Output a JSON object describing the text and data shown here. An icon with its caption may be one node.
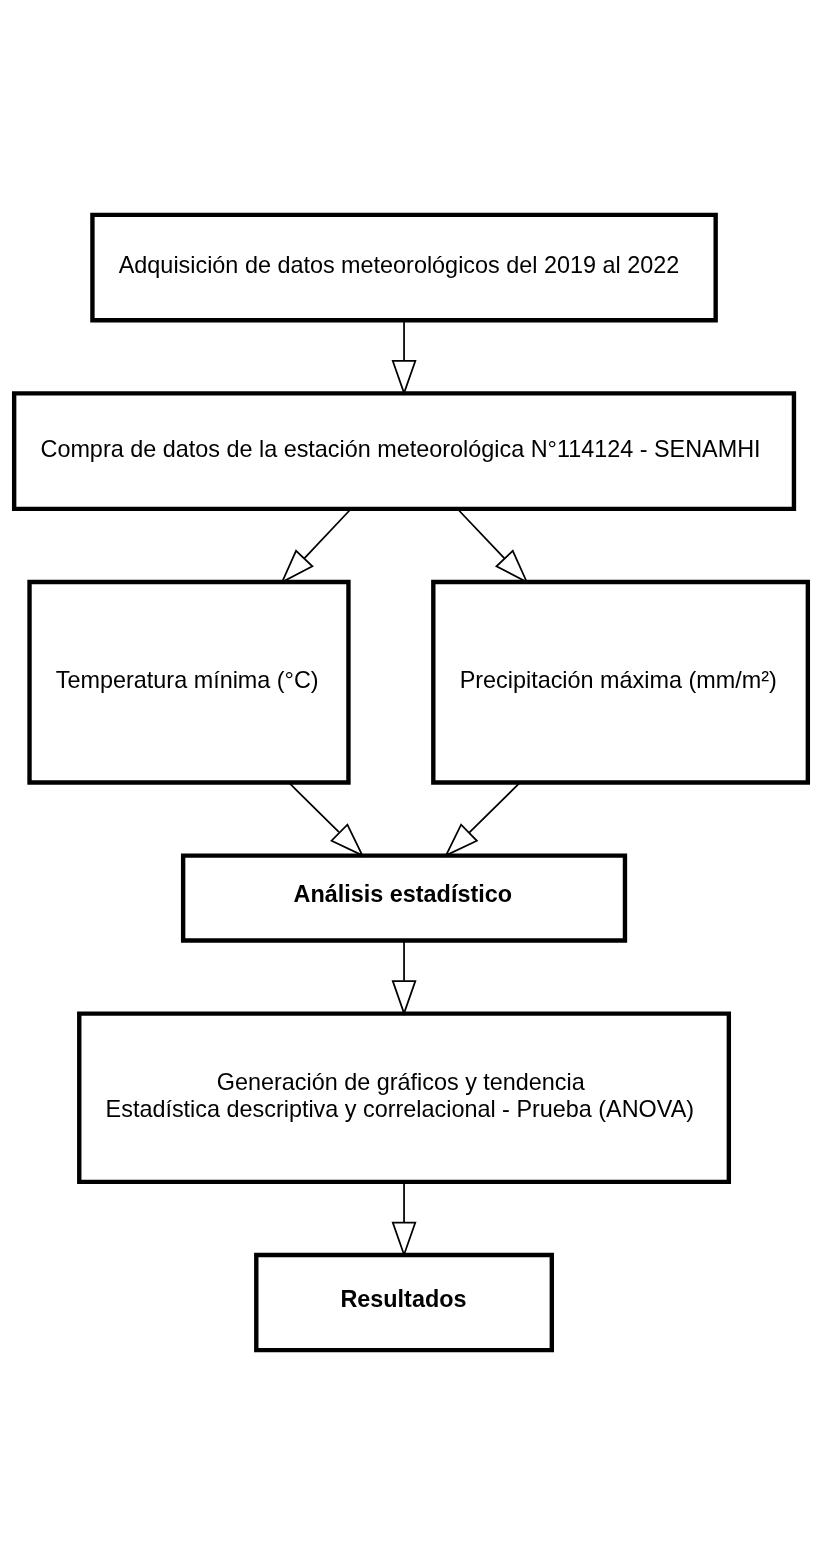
{
  "diagram": {
    "nodes": [
      {
        "text": [
          "Adquisición de datos meteorológicos del 2019 al 2022"
        ]
      },
      {
        "text": [
          "Compra de datos de la estación meteorológica N°114124 - SENAMHI"
        ]
      },
      {
        "text": [
          "Temperatura mínima (°C)"
        ]
      },
      {
        "text": [
          "Precipitación máxima (mm/m²)"
        ]
      },
      {
        "text": [
          "Análisis estadístico"
        ]
      },
      {
        "text": [
          "Generación de gráficos y tendencia",
          "Estadística descriptiva y correlacional - Prueba (ANOVA)"
        ]
      },
      {
        "text": [
          "Resultados"
        ]
      }
    ],
    "edges": [
      {
        "from": 0,
        "to": 1,
        "arrow": "to"
      },
      {
        "from": 1,
        "to": 2,
        "arrow": "to"
      },
      {
        "from": 1,
        "to": 3,
        "arrow": "to"
      },
      {
        "from": 2,
        "to": 4,
        "arrow": "to"
      },
      {
        "from": 3,
        "to": 4,
        "arrow": "to"
      },
      {
        "from": 4,
        "to": 5,
        "arrow": "to"
      },
      {
        "from": 5,
        "to": 6,
        "arrow": "to"
      }
    ]
  }
}
